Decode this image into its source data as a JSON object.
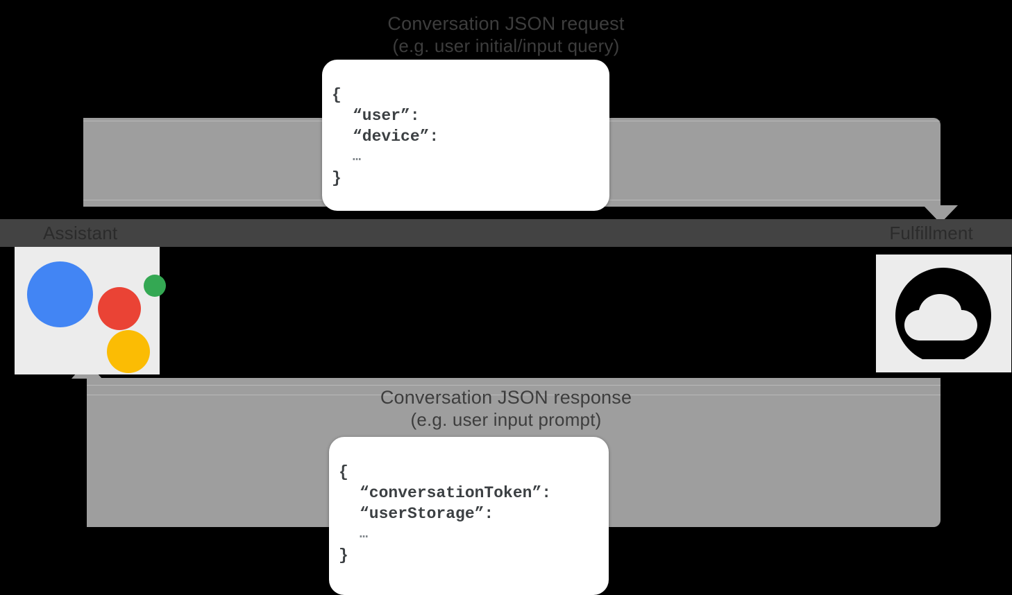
{
  "diagram": {
    "title": "Google Assistant conversation request and response flow",
    "nodes": [
      {
        "id": "assistant",
        "label": "Assistant",
        "icon": "google-assistant-icon"
      },
      {
        "id": "fulfillment",
        "label": "Fulfillment",
        "icon": "cloud-icon"
      }
    ],
    "flows": [
      {
        "id": "request",
        "direction": "assistant-to-fulfillment",
        "caption_title": "Conversation JSON request",
        "caption_subtitle": "(e.g. user initial/input query)"
      },
      {
        "id": "response",
        "direction": "fulfillment-to-assistant",
        "caption_title": "Conversation JSON response",
        "caption_subtitle": "(e.g. user input prompt)"
      }
    ]
  },
  "json_request": {
    "lines": [
      "{",
      "“user”:",
      "“device”:",
      "…",
      "}"
    ]
  },
  "json_response": {
    "lines": [
      "{",
      "“conversationToken”:",
      "“userStorage”:",
      "…",
      "}"
    ]
  },
  "colors": {
    "background": "#000000",
    "arrow_gray": "#9e9e9e",
    "divider_dark": "#434343",
    "icon_tile": "#ececec",
    "card_white": "#ffffff",
    "code_text": "#3c4043",
    "assistant_blue": "#4285f4",
    "assistant_red": "#ea4335",
    "assistant_green": "#34a853",
    "assistant_yellow": "#fbbc04"
  }
}
